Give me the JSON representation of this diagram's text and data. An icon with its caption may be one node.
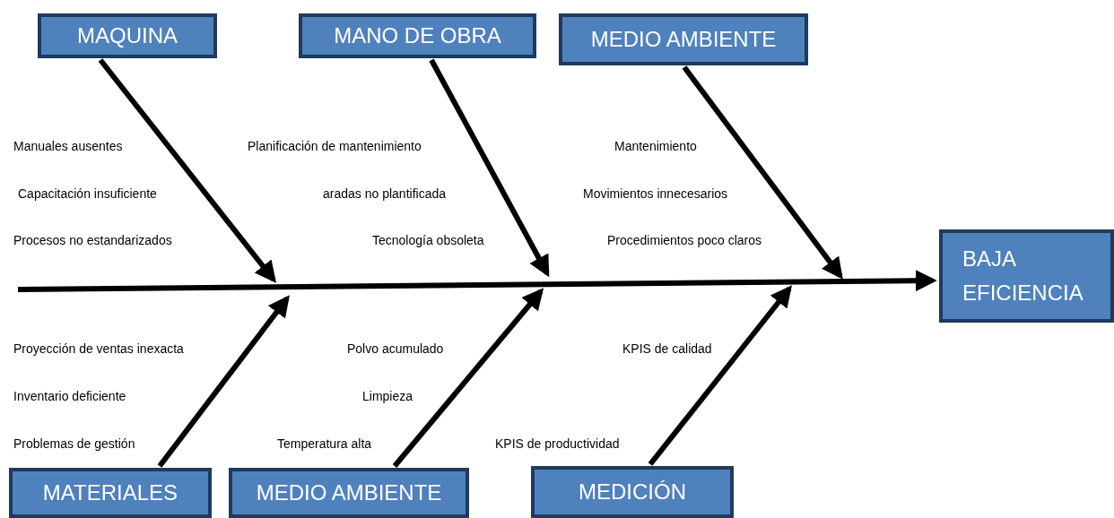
{
  "diagram": {
    "nodes": [
      {
        "text": [
          "MAQUINA"
        ]
      },
      {
        "text": [
          "MANO DE OBRA"
        ]
      },
      {
        "text": [
          "MEDIO AMBIENTE"
        ]
      },
      {
        "text": [
          "BAJA EFICIENCIA"
        ]
      },
      {
        "text": [
          "MATERIALES"
        ]
      },
      {
        "text": [
          "MEDIO AMBIENTE"
        ]
      },
      {
        "text": [
          "MEDICIÓN"
        ]
      }
    ],
    "edges": [
      {
        "from": 0,
        "to": null,
        "arrow": "to"
      },
      {
        "from": 1,
        "to": null,
        "arrow": "to"
      },
      {
        "from": 2,
        "to": null,
        "arrow": "to"
      },
      {
        "from": null,
        "to": 3,
        "arrow": "to"
      },
      {
        "from": 4,
        "to": null,
        "arrow": "to"
      },
      {
        "from": 5,
        "to": null,
        "arrow": "to"
      },
      {
        "from": 6,
        "to": null,
        "arrow": "to"
      }
    ],
    "labels": [
      "Manuales ausentes",
      "Planificación de mantenimiento",
      "Mantenimiento",
      "Capacitación insuficiente",
      "aradas no plantificada",
      "Movimientos innecesarios",
      "Procesos no estandarizados",
      "Tecnología obsoleta",
      "Procedimientos poco claros",
      "Proyección de ventas inexacta",
      "Polvo acumulado",
      "KPIS de calidad",
      "Inventario deficiente",
      "Limpieza",
      "Problemas de gestión",
      "Temperatura alta",
      "KPIS de productividad"
    ]
  }
}
